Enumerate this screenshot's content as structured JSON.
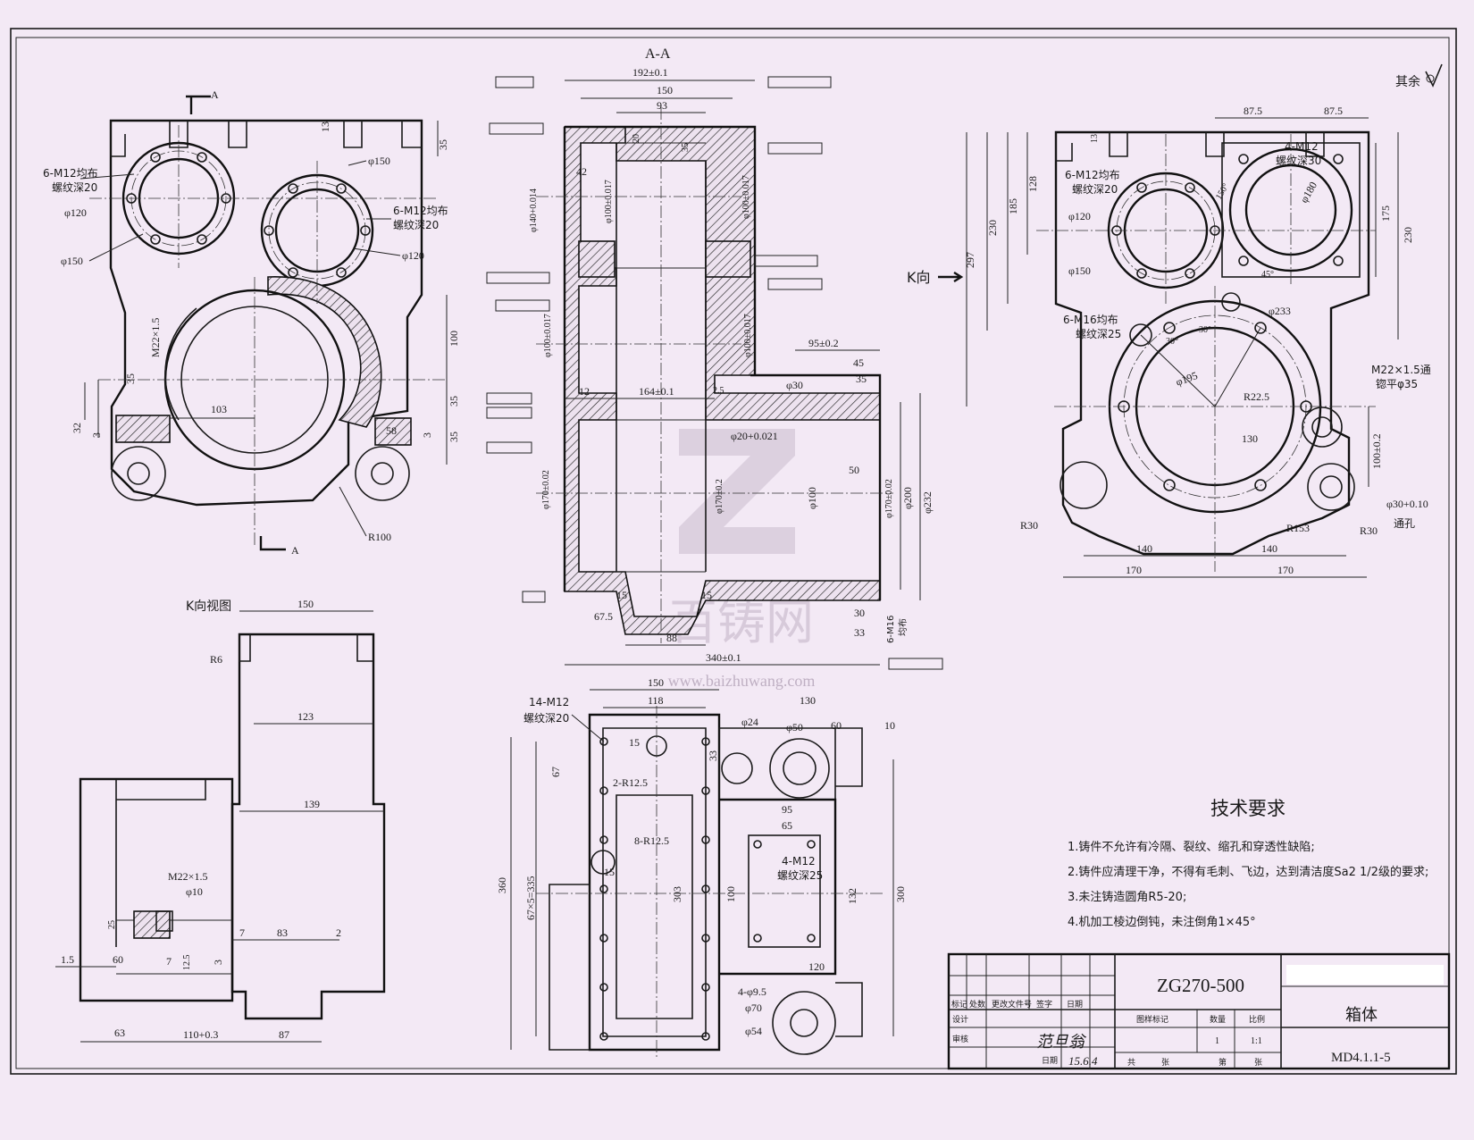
{
  "title_block": {
    "drawing_number": "ZG270-500",
    "part_name": "箱体",
    "doc_code": "MD4.1.1-5",
    "headers": [
      "标记",
      "处数",
      "更改文件号",
      "签字",
      "日期"
    ],
    "row_labels": [
      "设计",
      "审核",
      "日期"
    ],
    "cols": [
      "图样标记",
      "数量",
      "比例"
    ],
    "qty": "1",
    "scale": "1:1",
    "sheet_total": "共",
    "sheet_label": "张",
    "sheet_no": "第",
    "sheet_no_label": "张",
    "signature_text": "范旦翁",
    "date_text": "15.6.4"
  },
  "roughness_note": "其余",
  "section_label": "A-A",
  "section_mark": "A",
  "k_direction": "K向",
  "k_view_title": "K向视图",
  "tech_req": {
    "title": "技术要求",
    "items": [
      "1.铸件不允许有冷隔、裂纹、缩孔和穿透性缺陷;",
      "2.铸件应清理干净，不得有毛刺、飞边，达到清洁度Sa2 1/2级的要求;",
      "3.未注铸造圆角R5-20;",
      "4.机加工棱边倒钝，未注倒角1×45°"
    ]
  },
  "watermark": {
    "brand": "百铸网",
    "url": "www.baizhuwang.com"
  },
  "front_view": {
    "notes": [
      "6-M12均布",
      "螺纹深20",
      "6-M12均布",
      "螺纹深20"
    ],
    "dims": [
      "φ120",
      "φ150",
      "φ150",
      "φ120",
      "M22×1.5",
      "35",
      "32",
      "3",
      "103",
      "58",
      "100",
      "35",
      "35",
      "3",
      "R100",
      "13",
      "35"
    ]
  },
  "section_view": {
    "dims": [
      "192±0.1",
      "150",
      "93",
      "20",
      "35",
      "42",
      "φ140+0.014",
      "φ100±0.017",
      "φ100±0.017",
      "φ100±0.017",
      "φ100±0.017",
      "164±0.1",
      "12",
      "φ170±0.02",
      "φ170±0.2",
      "φ100",
      "φ20+0.021",
      "φ30",
      "95±0.2",
      "45",
      "35",
      "2.5",
      "50",
      "φ170±0.02",
      "φ200",
      "φ232",
      "67.5",
      "88",
      "15",
      "15",
      "30",
      "33",
      "340±0.1",
      "6-M16",
      "均布"
    ]
  },
  "k_view": {
    "dims": [
      "150",
      "R6",
      "123",
      "139",
      "M22×1.5",
      "φ10",
      "25",
      "60",
      "1.5",
      "7",
      "12.5",
      "7",
      "83",
      "2",
      "3",
      "63",
      "110+0.3",
      "87"
    ]
  },
  "bottom_view": {
    "notes": [
      "14-M12",
      "螺纹深20",
      "2-R12.5",
      "8-R12.5",
      "4-M12",
      "螺纹深25",
      "4-φ9.5"
    ],
    "dims": [
      "150",
      "118",
      "130",
      "φ24",
      "φ50",
      "60",
      "10",
      "67",
      "33",
      "15",
      "95",
      "65",
      "15",
      "100",
      "303",
      "132",
      "360",
      "67×5=335",
      "300",
      "120",
      "φ70",
      "φ54"
    ]
  },
  "right_view": {
    "notes": [
      "4-M12",
      "螺纹深30",
      "6-M12均布",
      "螺纹深20",
      "6-M16均布",
      "螺纹深25",
      "M22×1.5通",
      "锪平φ35",
      "通孔"
    ],
    "dims": [
      "87.5",
      "87.5",
      "13",
      "φ180",
      "150°",
      "45°",
      "175",
      "230",
      "230",
      "185",
      "128",
      "297",
      "φ120",
      "φ150",
      "φ233",
      "30°",
      "30°",
      "φ195",
      "R22.5",
      "130",
      "100±0.2",
      "φ30+0.10",
      "R30",
      "R30",
      "R153",
      "140",
      "140",
      "170",
      "170"
    ]
  }
}
